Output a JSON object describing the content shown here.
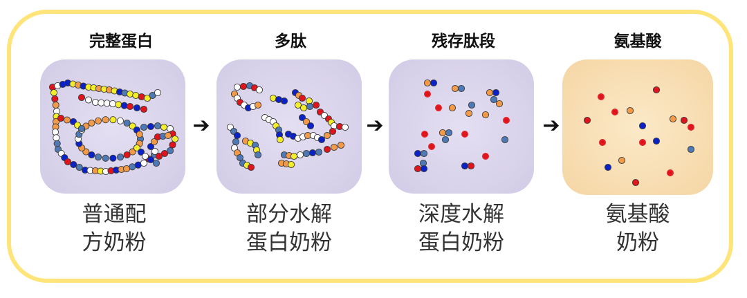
{
  "stages": [
    {
      "title": "完整蛋白",
      "label_line1": "普通配",
      "label_line2": "方奶粉"
    },
    {
      "title": "多肽",
      "label_line1": "部分水解",
      "label_line2": "蛋白奶粉"
    },
    {
      "title": "残存肽段",
      "label_line1": "深度水解",
      "label_line2": "蛋白奶粉"
    },
    {
      "title": "氨基酸",
      "label_line1": "氨基酸",
      "label_line2": "奶粉"
    }
  ],
  "arrow_glyph": "➔",
  "colors": {
    "frame": "#ffe47a",
    "panel_purple": "#dcd6ec",
    "panel_peach": "#f9e2b8",
    "bead_red": "#e0141c",
    "bead_blue": "#0a22c8",
    "bead_steel": "#4f79b4",
    "bead_orange": "#f39a48",
    "bead_yellow": "#f4ee2a",
    "bead_white": "#ffffff"
  }
}
